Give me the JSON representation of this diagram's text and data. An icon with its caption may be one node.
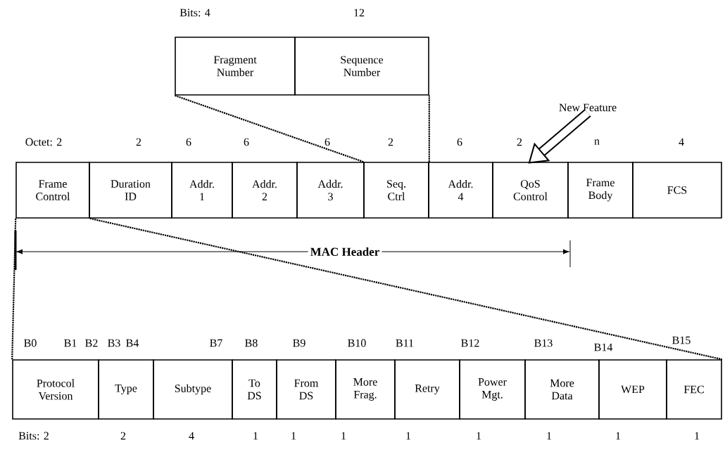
{
  "diagram": {
    "nodes": [
      {
        "text": [
          "Fragment Number"
        ]
      },
      {
        "text": [
          "Sequence Number"
        ]
      },
      {
        "text": [
          "New Feature"
        ]
      },
      {
        "text": [
          "Frame Control"
        ]
      },
      {
        "text": [
          "Duration ID"
        ]
      },
      {
        "text": [
          "Addr. 1"
        ]
      },
      {
        "text": [
          "Addr. 2"
        ]
      },
      {
        "text": [
          "Addr. 3"
        ]
      },
      {
        "text": [
          "Seq. Ctrl"
        ]
      },
      {
        "text": [
          "Addr. 4"
        ]
      },
      {
        "text": [
          "QoS Control"
        ]
      },
      {
        "text": [
          "Frame Body"
        ]
      },
      {
        "text": [
          "FCS"
        ]
      },
      {
        "text": [
          "Protocol Version"
        ]
      },
      {
        "text": [
          "Type"
        ]
      },
      {
        "text": [
          "Subtype"
        ]
      },
      {
        "text": [
          "To DS"
        ]
      },
      {
        "text": [
          "From DS"
        ]
      },
      {
        "text": [
          "More Frag."
        ]
      },
      {
        "text": [
          "Retry"
        ]
      },
      {
        "text": [
          "Power Mgt."
        ]
      },
      {
        "text": [
          "More Data"
        ]
      },
      {
        "text": [
          "WEP"
        ]
      },
      {
        "text": [
          "FEC"
        ]
      }
    ],
    "edges": [
      {
        "from": 8,
        "to": 0,
        "arrow": "none",
        "style": "dashed"
      },
      {
        "from": 8,
        "to": 1,
        "arrow": "none",
        "style": "dashed"
      },
      {
        "from": 2,
        "to": 10,
        "arrow": "to",
        "style": "thick"
      },
      {
        "from": 3,
        "to": 13,
        "arrow": "none",
        "style": "dashed"
      },
      {
        "from": 3,
        "to": 23,
        "arrow": "none",
        "style": "dashed"
      }
    ],
    "labels": [
      "Bits: 4",
      "12",
      "Octet: 2",
      "2",
      "6",
      "6",
      "6",
      "2",
      "6",
      "2",
      "n",
      "4",
      "MAC Header",
      "B0",
      "B1",
      "B2",
      "B3",
      "B4",
      "B7",
      "B8",
      "B9",
      "B10",
      "B11",
      "B12",
      "B13",
      "B14",
      "B15",
      "Bits: 2",
      "2",
      "4",
      "1",
      "1",
      "1",
      "1",
      "1",
      "1",
      "1",
      "1"
    ]
  }
}
